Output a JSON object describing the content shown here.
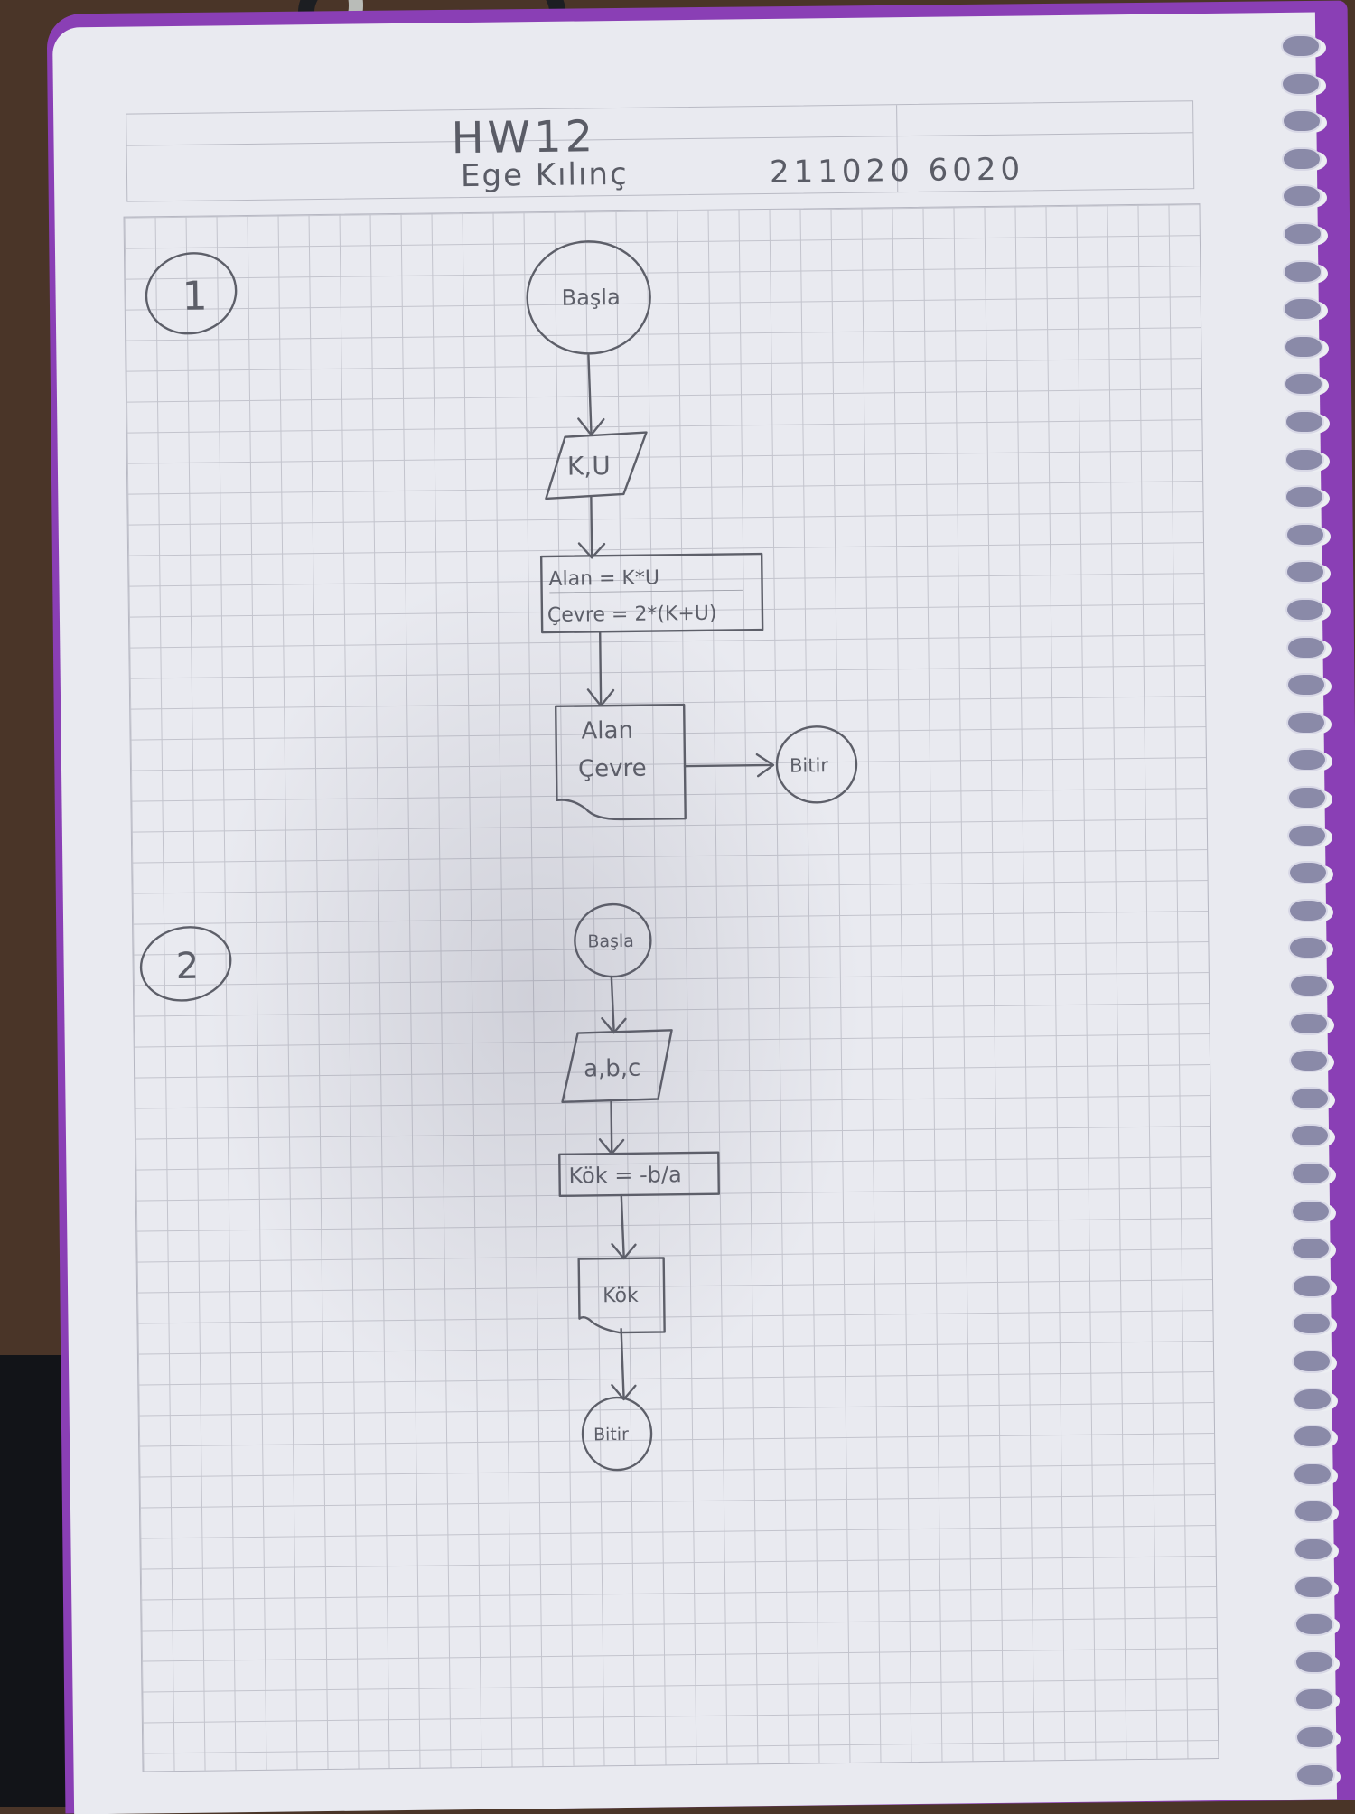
{
  "header": {
    "title": "HW12",
    "student_name": "Ege Kılınç",
    "student_number": "211020 6020"
  },
  "flowchart_1": {
    "number": "1",
    "start": "Başla",
    "input": "K,U",
    "process_line1": "Alan = K*U",
    "process_line2": "Çevre = 2*(K+U)",
    "output_line1": "Alan",
    "output_line2": "Çevre",
    "end": "Bitir"
  },
  "flowchart_2": {
    "number": "2",
    "start": "Başla",
    "input": "a,b,c",
    "process": "Kök = -b/a",
    "output": "Kök",
    "end": "Bitir"
  },
  "colors": {
    "pencil": "#5d5f69",
    "paper": "#e9eaf0",
    "grid": "#c3c4cd",
    "cover": "#8a3fb5"
  }
}
